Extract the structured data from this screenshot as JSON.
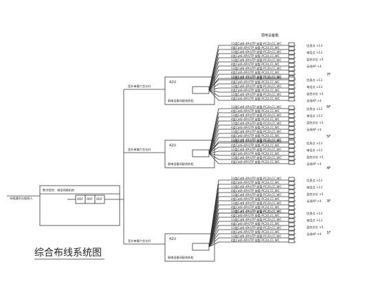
{
  "diagram": {
    "title": "综合布线系统图",
    "top_label": "弱电设备箱",
    "outside_label": "市政通讯光缆接入",
    "core": {
      "label": "数字程控、电话网络机房",
      "units": [
        "ODF",
        "ODF",
        "ODF"
      ]
    },
    "backbone_label": "室外单模六芯光纤",
    "rack_label": "42U",
    "cabinet_label": "弱电设备间配线机柜",
    "lines": {
      "data": "13类Cat6-4PrUTP  穿管-PC20,CC,WC",
      "voice": "4类Cat6-4PrUTP  穿管-PC20,CC,WC"
    },
    "outlets": {
      "data": "信息点 ×13",
      "voice": "电话点 ×13",
      "cam": "监控点位 ×5",
      "ap": "无线AP ×4"
    },
    "floors": [
      "7F",
      "6F",
      "5F",
      "4F",
      "3F",
      "1F"
    ]
  }
}
